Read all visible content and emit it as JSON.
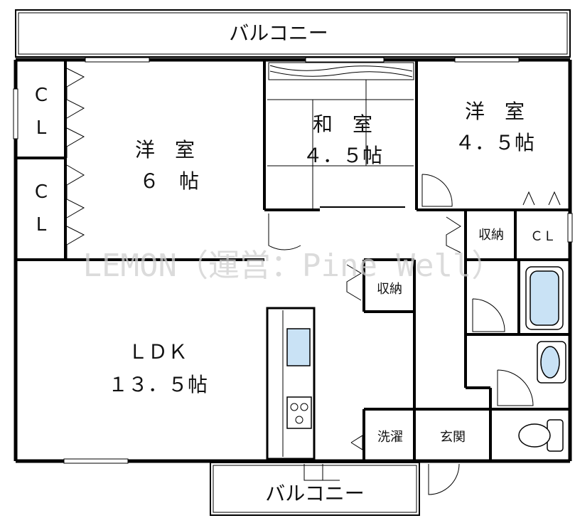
{
  "labels": {
    "balcony_top": "バルコニー",
    "balcony_bottom": "バルコニー",
    "cl1_a": "C",
    "cl1_b": "L",
    "cl2_a": "C",
    "cl2_b": "L",
    "western6_a": "洋　室",
    "western6_b": "６　帖",
    "japanese_a": "和　室",
    "japanese_b": "４．５帖",
    "western45_a": "洋　室",
    "western45_b": "４．５帖",
    "storage_hall": "収納",
    "cl_small": "ＣＬ",
    "storage_mid": "収納",
    "ldk_a": "ＬＤＫ",
    "ldk_b": "１３．５帖",
    "laundry": "洗濯",
    "entrance": "玄関"
  },
  "watermark": "LEMON（運営：Pine Well）",
  "colors": {
    "wall": "#000000",
    "fixture_blue": "#c9e2f5",
    "watermark": "#cfcfcf"
  }
}
